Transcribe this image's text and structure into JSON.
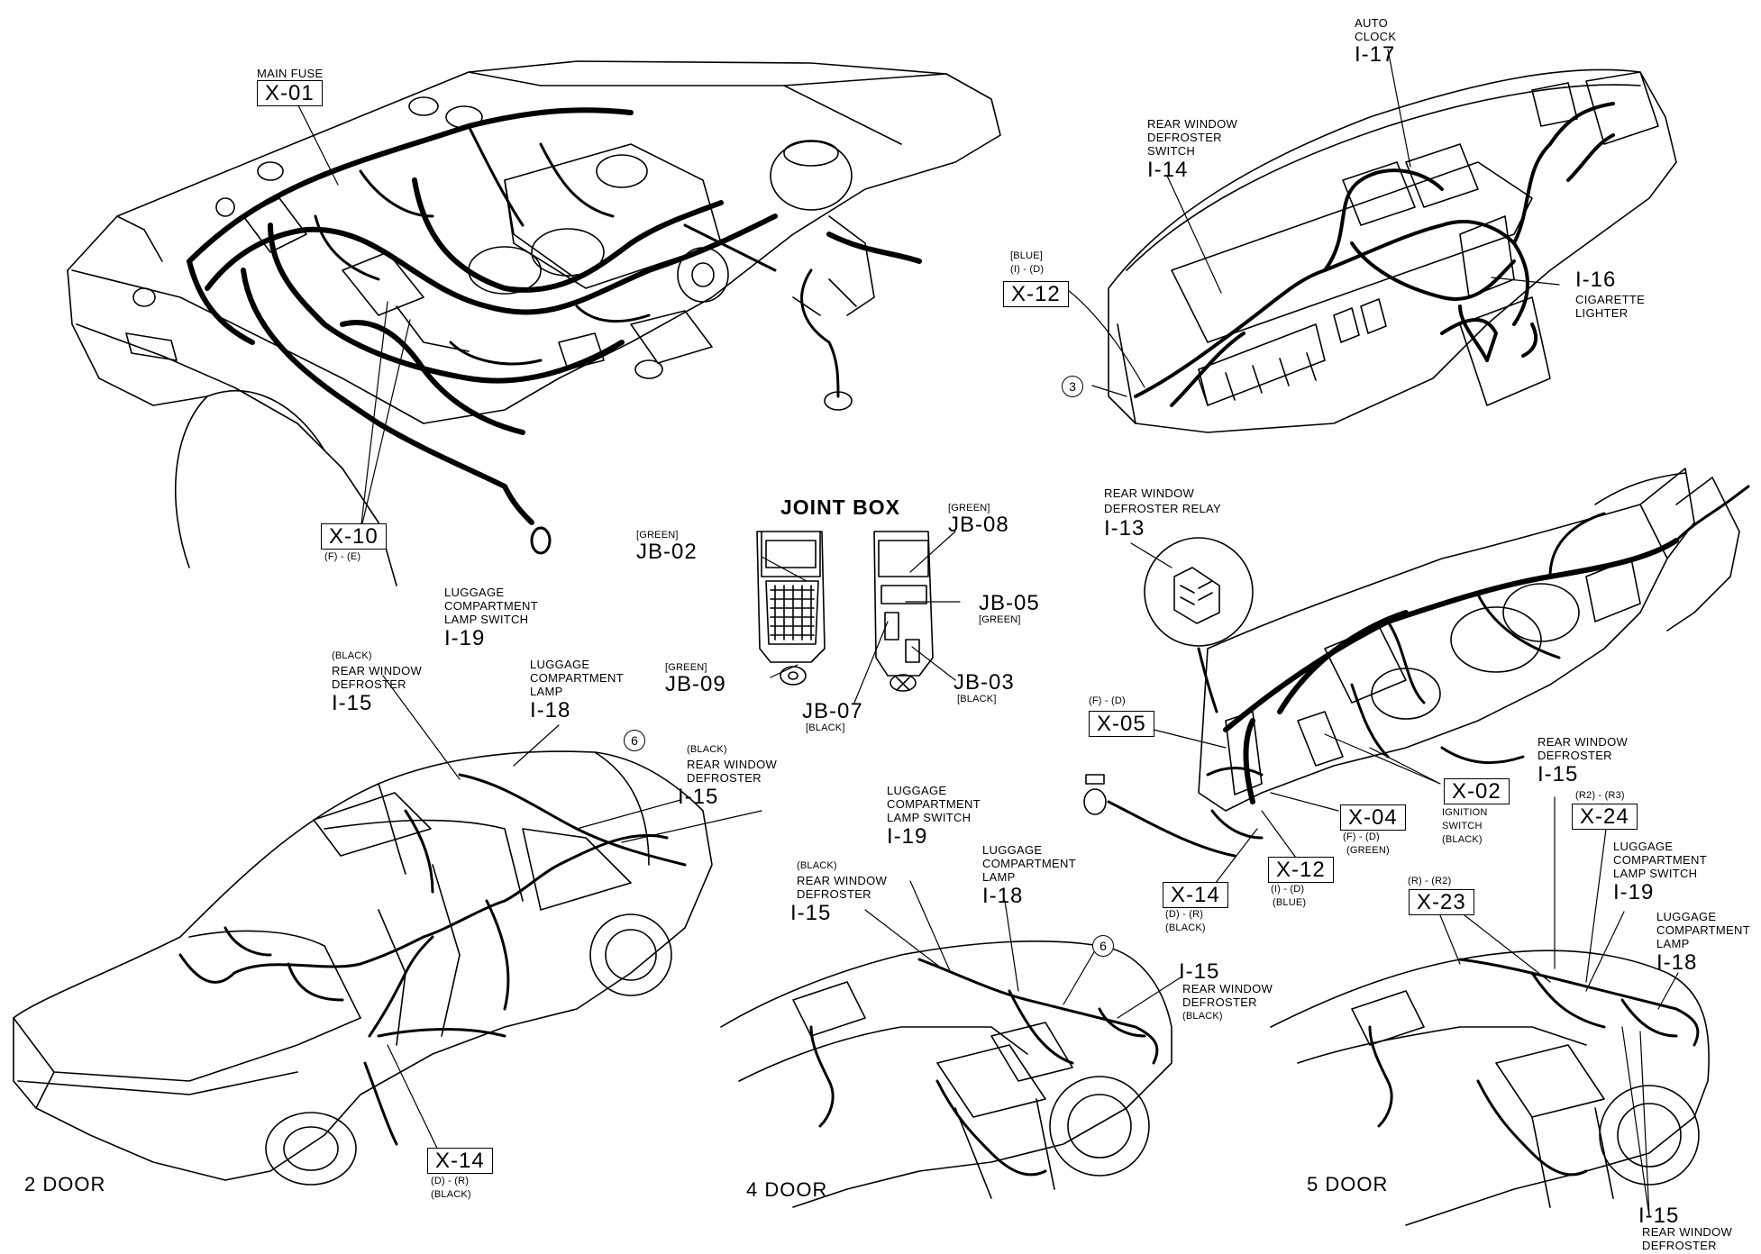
{
  "joint_box": {
    "title": "JOINT BOX",
    "jb02": {
      "color": "[GREEN]",
      "code": "JB-02"
    },
    "jb08": {
      "color": "[GREEN]",
      "code": "JB-08"
    },
    "jb05": {
      "color": "[GREEN]",
      "code": "JB-05"
    },
    "jb09": {
      "color": "[GREEN]",
      "code": "JB-09"
    },
    "jb07": {
      "color": "[BLACK]",
      "code": "JB-07"
    },
    "jb03": {
      "color": "[BLACK]",
      "code": "JB-03"
    }
  },
  "engine": {
    "main_fuse": {
      "name": "MAIN FUSE",
      "code": "X-01"
    },
    "x10": {
      "code": "X-10",
      "pins": "(F) - (E)"
    }
  },
  "dashboard": {
    "auto_clock": {
      "line1": "AUTO",
      "line2": "CLOCK",
      "code": "I-17"
    },
    "defroster_switch": {
      "line1": "REAR WINDOW",
      "line2": "DEFROSTER",
      "line3": "SWITCH",
      "code": "I-14"
    },
    "x12": {
      "color": "[BLUE]",
      "pins": "(I) - (D)",
      "code": "X-12"
    },
    "cigarette_lighter": {
      "code": "I-16",
      "line1": "CIGARETTE",
      "line2": "LIGHTER"
    },
    "ref3": "3"
  },
  "console": {
    "relay": {
      "line1": "REAR WINDOW",
      "line2": "DEFROSTER RELAY",
      "code": "I-13"
    },
    "x05": {
      "pins": "(F) - (D)",
      "code": "X-05"
    },
    "x02": {
      "code": "X-02",
      "line1": "IGNITION",
      "line2": "SWITCH",
      "line3": "(BLACK)"
    },
    "x04": {
      "code": "X-04",
      "pins": "(F) - (D)",
      "color": "(GREEN)"
    },
    "x12": {
      "code": "X-12",
      "pins": "(I) - (D)",
      "color": "(BLUE)"
    },
    "x14": {
      "code": "X-14",
      "pins": "(D) - (R)",
      "color": "(BLACK)"
    }
  },
  "two_door": {
    "title": "2 DOOR",
    "lamp_switch": {
      "line1": "LUGGAGE",
      "line2": "COMPARTMENT",
      "line3": "LAMP SWITCH",
      "code": "I-19"
    },
    "defroster_left": {
      "color": "(BLACK)",
      "line1": "REAR WINDOW",
      "line2": "DEFROSTER",
      "code": "I-15"
    },
    "lamp": {
      "line1": "LUGGAGE",
      "line2": "COMPARTMENT",
      "line3": "LAMP",
      "code": "I-18"
    },
    "ref6": "6",
    "defroster_right": {
      "color": "(BLACK)",
      "line1": "REAR WINDOW",
      "line2": "DEFROSTER",
      "code": "I-15"
    },
    "x14": {
      "code": "X-14",
      "pins": "(D) - (R)",
      "color": "(BLACK)"
    }
  },
  "four_door": {
    "title": "4 DOOR",
    "lamp_switch": {
      "line1": "LUGGAGE",
      "line2": "COMPARTMENT",
      "line3": "LAMP SWITCH",
      "code": "I-19"
    },
    "defroster_left": {
      "color": "(BLACK)",
      "line1": "REAR WINDOW",
      "line2": "DEFROSTER",
      "code": "I-15"
    },
    "lamp": {
      "line1": "LUGGAGE",
      "line2": "COMPARTMENT",
      "line3": "LAMP",
      "code": "I-18"
    },
    "ref6": "6",
    "defroster_right": {
      "code": "I-15",
      "line1": "REAR WINDOW",
      "line2": "DEFROSTER",
      "color": "(BLACK)"
    }
  },
  "five_door": {
    "title": "5 DOOR",
    "defroster_top": {
      "line1": "REAR WINDOW",
      "line2": "DEFROSTER",
      "code": "I-15"
    },
    "x24": {
      "pins": "(R2) - (R3)",
      "code": "X-24"
    },
    "x23": {
      "pins": "(R) - (R2)",
      "code": "X-23"
    },
    "lamp_switch": {
      "line1": "LUGGAGE",
      "line2": "COMPARTMENT",
      "line3": "LAMP SWITCH",
      "code": "I-19"
    },
    "lamp": {
      "line1": "LUGGAGE",
      "line2": "COMPARTMENT",
      "line3": "LAMP",
      "code": "I-18"
    },
    "defroster_bottom": {
      "code": "I-15",
      "line1": "REAR WINDOW",
      "line2": "DEFROSTER"
    }
  }
}
